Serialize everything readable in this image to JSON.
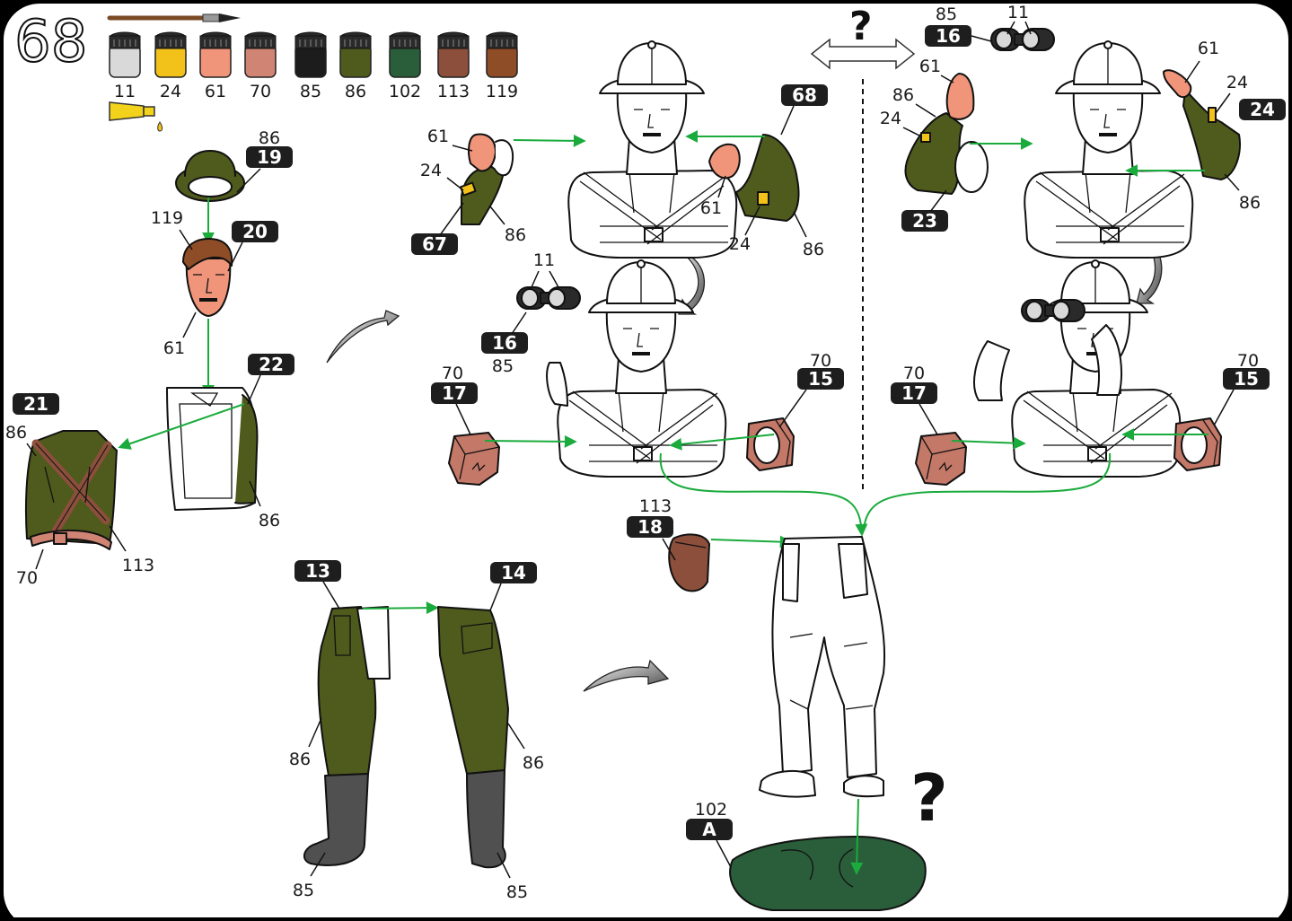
{
  "step": {
    "number": "68"
  },
  "colors": {
    "green_arrow": "#1aab3c",
    "tag_bg": "#1e1e1e",
    "frame": "#000000"
  },
  "paints": [
    {
      "code": "11",
      "color": "#d9d9d9"
    },
    {
      "code": "24",
      "color": "#f2c21b"
    },
    {
      "code": "61",
      "color": "#f0957a"
    },
    {
      "code": "70",
      "color": "#d08574"
    },
    {
      "code": "85",
      "color": "#1c1c1c"
    },
    {
      "code": "86",
      "color": "#4f5a1d"
    },
    {
      "code": "102",
      "color": "#2a5e3a"
    },
    {
      "code": "113",
      "color": "#8b4f3c"
    },
    {
      "code": "119",
      "color": "#8e4d27"
    }
  ],
  "tools": {
    "brush_icon": "paintbrush-icon",
    "glue_icon": "glue-tube-icon"
  },
  "choice_marks": {
    "top": "?",
    "bottom": "?"
  },
  "parts": {
    "helmet": {
      "tag": "19",
      "paint": "86"
    },
    "head": {
      "tag": "20",
      "paint_hair": "119",
      "paint_skin": "61"
    },
    "torso_back": {
      "tag": "22",
      "paint": "86"
    },
    "torso": {
      "tag": "21",
      "paint_top": "86",
      "paint_belt": "70",
      "paint_strap": "113"
    },
    "left_arm_a": {
      "tag": "67",
      "paint_hand": "61",
      "paint_patch": "24",
      "paint_sleeve": "86"
    },
    "right_arm_a": {
      "tag": "68",
      "paint_hand": "61",
      "paint_patch": "24",
      "paint_sleeve": "86"
    },
    "binoculars_a": {
      "tag": "16",
      "paint_lens": "11",
      "paint_body": "85"
    },
    "pouch_a_left": {
      "tag": "17",
      "paint": "70"
    },
    "pouch_a_right": {
      "tag": "15",
      "paint": "70"
    },
    "binoculars_b": {
      "tag": "16",
      "paint_body": "85",
      "paint_lens": "11"
    },
    "left_arm_b": {
      "tag": "23",
      "paint_hand": "61",
      "paint_sleeve": "86",
      "paint_patch": "24"
    },
    "right_arm_b": {
      "tag": "24",
      "paint_hand": "61",
      "paint_patch": "24",
      "paint_sleeve": "86"
    },
    "pouch_b_left": {
      "tag": "17",
      "paint": "70"
    },
    "pouch_b_right": {
      "tag": "15",
      "paint": "70"
    },
    "holster": {
      "tag": "18",
      "paint": "113"
    },
    "leg_left": {
      "tag": "13",
      "paint": "86",
      "paint_boot": "85"
    },
    "leg_right": {
      "tag": "14",
      "paint": "86",
      "paint_boot": "85"
    },
    "base": {
      "tag": "A",
      "paint": "102"
    }
  }
}
